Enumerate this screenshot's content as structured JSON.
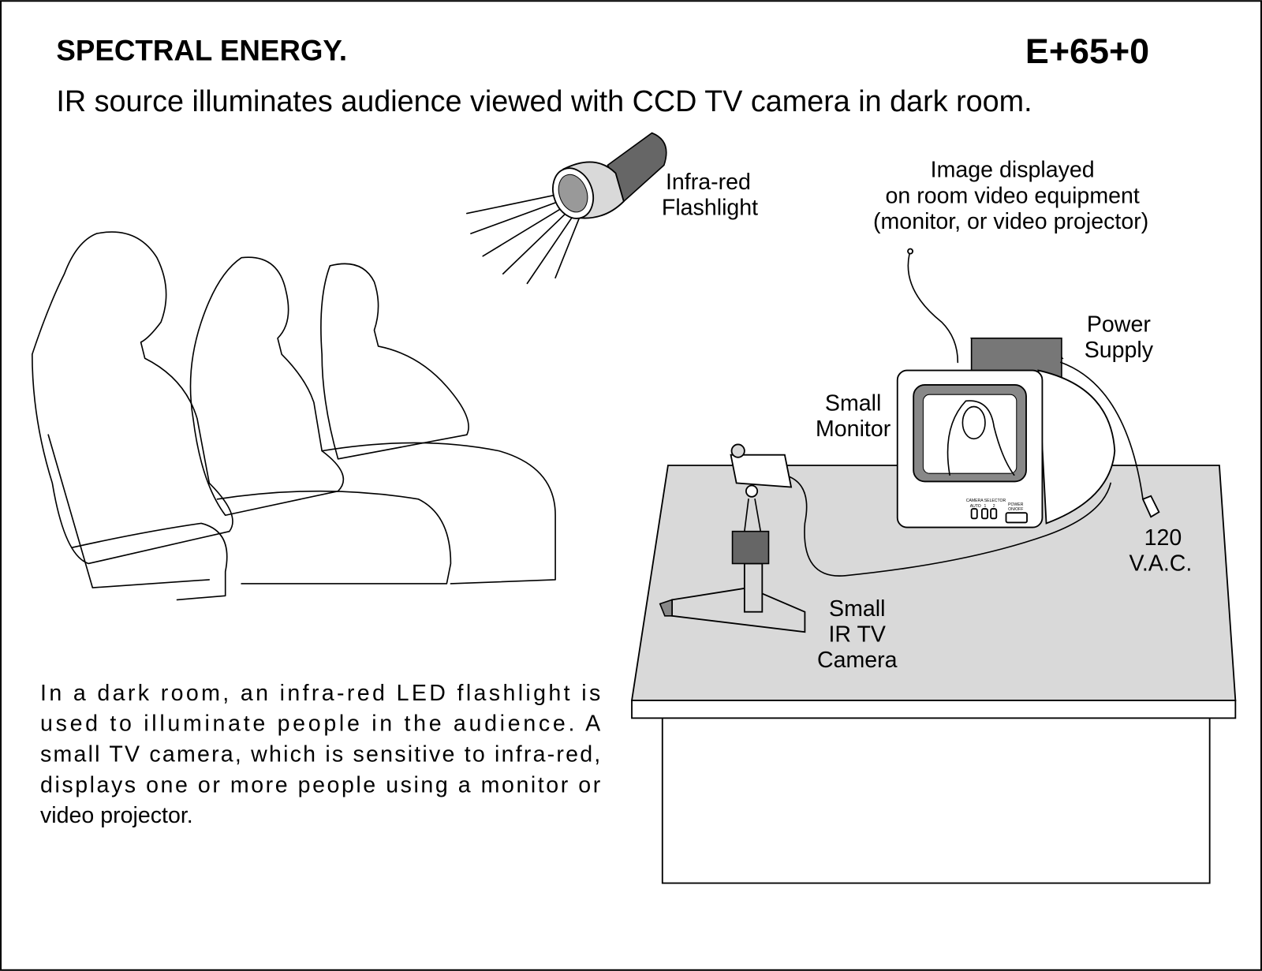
{
  "header": {
    "title": "SPECTRAL ENERGY.",
    "code": "E+65+0",
    "subtitle": "IR source illuminates audience viewed with CCD TV camera in dark room."
  },
  "labels": {
    "flashlight": [
      "Infra-red",
      "Flashlight"
    ],
    "display": [
      "Image displayed",
      "on room video equipment",
      "(monitor, or video projector)"
    ],
    "power_supply": [
      "Power",
      "Supply"
    ],
    "monitor": [
      "Small",
      "Monitor"
    ],
    "outlet": [
      "120",
      "V.A.C."
    ],
    "camera": [
      "Small",
      "IR TV",
      "Camera"
    ]
  },
  "monitor_panel": {
    "selector_label": "CAMERA SELECTOR",
    "selector_options": [
      "AUTO",
      "1",
      "2"
    ],
    "power_label": [
      "POWER",
      "ON/OFF"
    ]
  },
  "description": [
    "In a dark room, an infra-red LED flashlight is",
    "used to illuminate people in the audience. A",
    "small TV camera, which is sensitive to infra-red,",
    "displays one or more people using a monitor or",
    "video projector."
  ]
}
